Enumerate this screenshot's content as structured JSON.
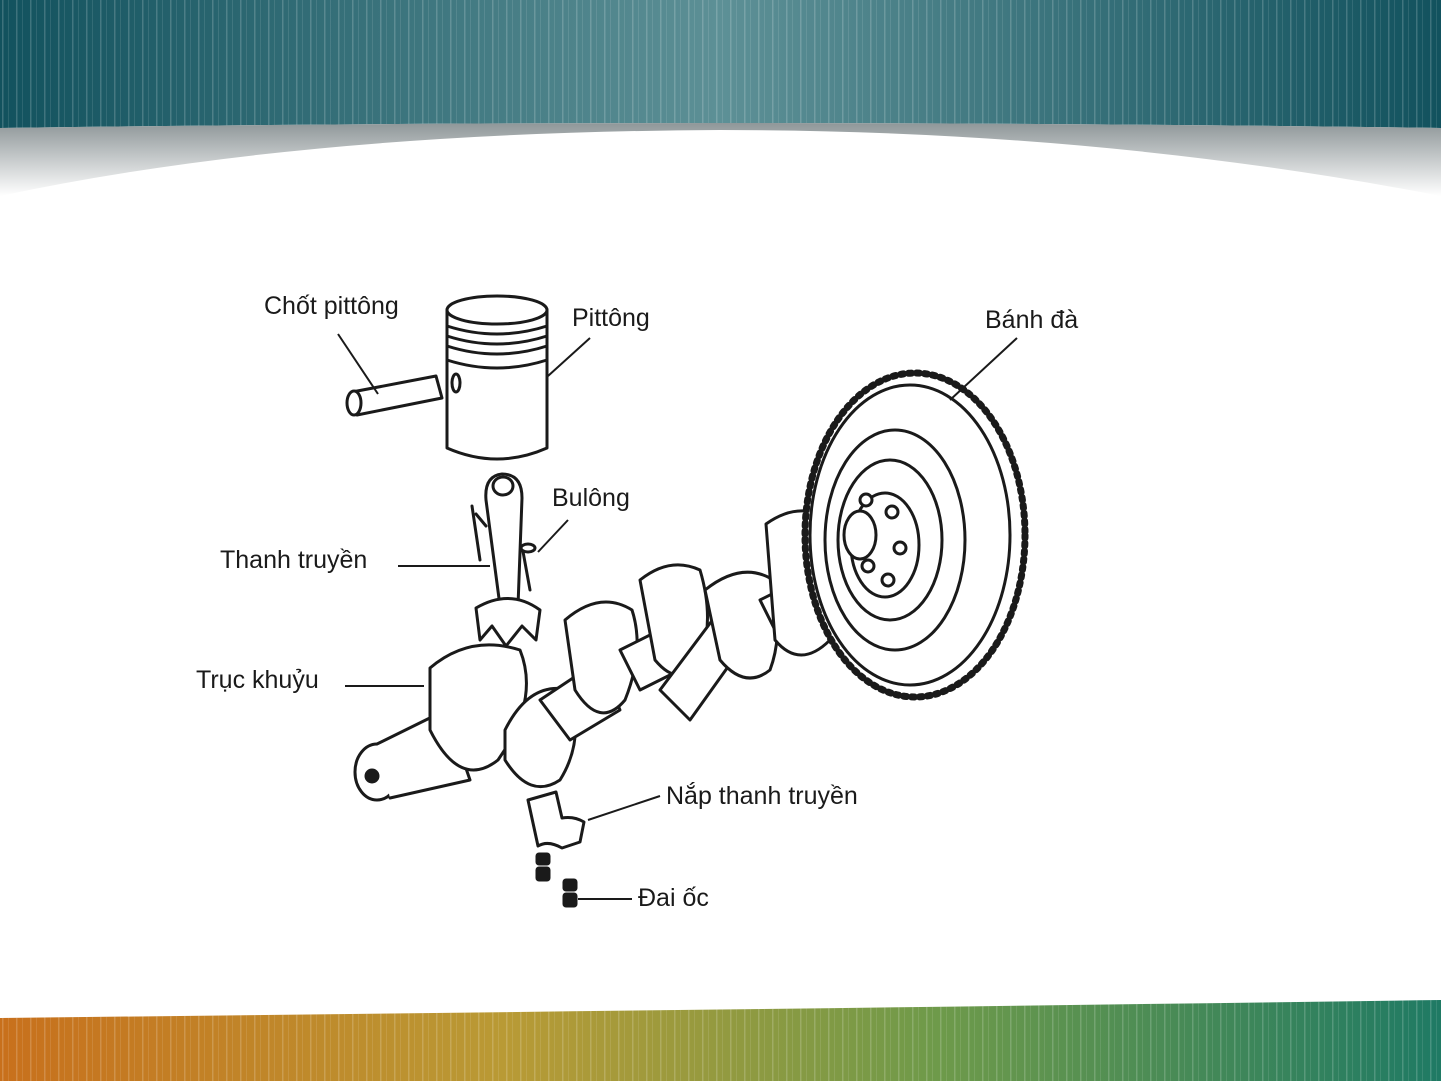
{
  "slide": {
    "colors": {
      "header_dark": "#12525e",
      "header_mid": "#5d9096",
      "footer_orange": "#c8701c",
      "footer_green": "#1f7a64",
      "ink": "#1a1a1a"
    }
  },
  "diagram": {
    "labels": {
      "piston_pin": "Chốt pittông",
      "piston": "Pittông",
      "flywheel": "Bánh đà",
      "bolt": "Bulông",
      "connecting_rod": "Thanh truyền",
      "crankshaft": "Trục khuỷu",
      "rod_cap": "Nắp thanh truyền",
      "nut": "Đai ốc"
    }
  }
}
